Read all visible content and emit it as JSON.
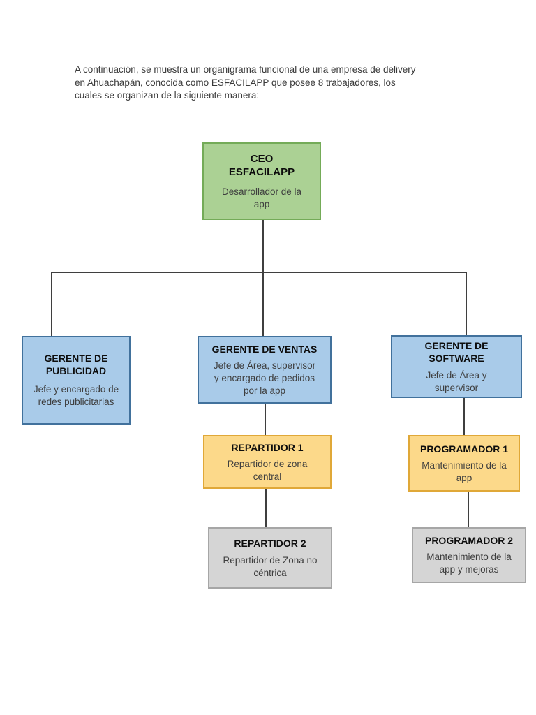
{
  "page": {
    "intro_text": "A continuación, se muestra un organigrama funcional de una empresa de delivery\nen Ahuachapán, conocida como ESFACILAPP que posee 8 trabajadores, los\ncuales se organizan de la siguiente manera:"
  },
  "org_chart": {
    "connector_color": "#3f3f3f",
    "palette": {
      "green_fill": "#abd194",
      "green_border": "#74ab58",
      "blue_fill": "#a9cbe9",
      "blue_border": "#41719c",
      "yellow_fill": "#fcd98a",
      "yellow_border": "#e0a838",
      "gray_fill": "#d5d5d5",
      "gray_border": "#a6a6a6"
    },
    "nodes": [
      {
        "id": "ceo",
        "title": "CEO\nESFACILAPP",
        "subtitle": "Desarrollador de la\napp",
        "fill": "#abd194",
        "border": "#74ab58"
      },
      {
        "id": "gerente-publicidad",
        "title": "GERENTE DE\nPUBLICIDAD",
        "subtitle": "Jefe y encargado de\nredes publicitarias",
        "fill": "#a9cbe9",
        "border": "#41719c"
      },
      {
        "id": "gerente-ventas",
        "title": "GERENTE DE VENTAS",
        "subtitle": "Jefe de Área, supervisor\ny encargado de pedidos\npor la app",
        "fill": "#a9cbe9",
        "border": "#41719c"
      },
      {
        "id": "gerente-software",
        "title": "GERENTE DE\nSOFTWARE",
        "subtitle": "Jefe de Área y\nsupervisor",
        "fill": "#a9cbe9",
        "border": "#41719c"
      },
      {
        "id": "repartidor-1",
        "title": "REPARTIDOR 1",
        "subtitle": "Repartidor de zona\ncentral",
        "fill": "#fcd98a",
        "border": "#e0a838"
      },
      {
        "id": "programador-1",
        "title": "PROGRAMADOR 1",
        "subtitle": "Mantenimiento de la\napp",
        "fill": "#fcd98a",
        "border": "#e0a838"
      },
      {
        "id": "repartidor-2",
        "title": "REPARTIDOR 2",
        "subtitle": "Repartidor de Zona no\ncéntrica",
        "fill": "#d5d5d5",
        "border": "#a6a6a6"
      },
      {
        "id": "programador-2",
        "title": "PROGRAMADOR 2",
        "subtitle": "Mantenimiento de la\napp y mejoras",
        "fill": "#d5d5d5",
        "border": "#a6a6a6"
      }
    ]
  }
}
